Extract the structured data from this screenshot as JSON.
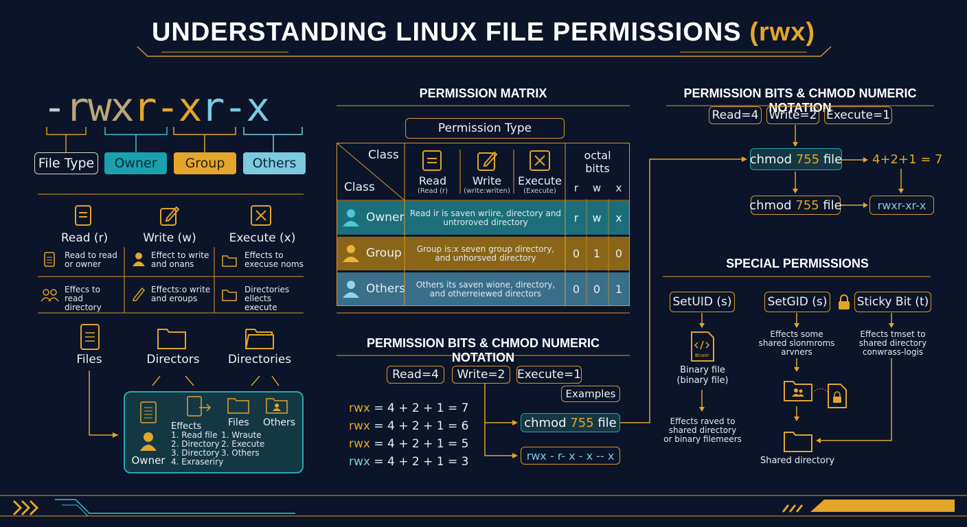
{
  "title": {
    "main": "UNDERSTANDING LINUX FILE PERMISSIONS",
    "accent": "(rwx)"
  },
  "left": {
    "perm_string": {
      "c1": "-",
      "c2": "rwx",
      "c3": "r-x",
      "c4": "r-x"
    },
    "labels": {
      "file_type": "File Type",
      "owner": "Owner",
      "group": "Group",
      "others": "Others"
    },
    "headers": [
      "Read (r)",
      "Write (w)",
      "Execute (x)"
    ],
    "grid": [
      [
        "Read to read or owner",
        "Effect to write and onans",
        "Effects to execuse noms"
      ],
      [
        "Effecs to read directory",
        "Effects:o write and eroups",
        "Directories ellects execute"
      ]
    ],
    "types": [
      "Files",
      "Directors",
      "Directories"
    ],
    "panel": {
      "owner": "Owner",
      "effects_title": "Effects",
      "effects": [
        "1. Read file",
        "2. Directory",
        "3. Directory",
        "4. Exraseriry"
      ],
      "files_title": "Files",
      "files": [
        "1. Wraute",
        "2. Execute",
        "3. Others"
      ],
      "others": "Others"
    }
  },
  "matrix": {
    "title": "PERMISSION MATRIX",
    "perm_type": "Permission Type",
    "corner_top": "Class",
    "corner_bottom": "Class",
    "cols": [
      {
        "label": "Read",
        "sub": "(Read (r)"
      },
      {
        "label": "Write",
        "sub": "(write:writen)"
      },
      {
        "label": "Execute",
        "sub": "(Execute)"
      }
    ],
    "octal_header": "octal bitts",
    "bit_headers": [
      "r",
      "w",
      "x"
    ],
    "rows": [
      {
        "name": "Owner",
        "desc": "Read ir is saven wriire, directory and untroroved directory",
        "bits": [
          "r",
          "w",
          "x"
        ],
        "color": "#1c6f7a"
      },
      {
        "name": "Group",
        "desc": "Group is:x seven group directory, and unhorsved directory",
        "bits": [
          "0",
          "1",
          "0"
        ],
        "color": "#8a6518"
      },
      {
        "name": "Others",
        "desc": "Others its saven wione, directory, and otherreiewed directors",
        "bits": [
          "0",
          "0",
          "1"
        ],
        "color": "#3a6f8a"
      }
    ]
  },
  "notation_mid": {
    "title": "PERMISSION BITS & CHMOD NUMERIC NOTATION",
    "values": [
      "Read=4",
      "Write=2",
      "Execute=1"
    ],
    "lines": [
      {
        "lhs": "rwx",
        "rhs": "= 4 + 2 + 1 = 7"
      },
      {
        "lhs": "rwx",
        "rhs": "= 4 + 2 + 1 = 6"
      },
      {
        "lhs": "rwx",
        "rhs": "= 4 + 2 + 1 = 5"
      },
      {
        "lhs": "rwx",
        "rhs": "= 4 + 2 + 1 = 3"
      }
    ],
    "examples": "Examples",
    "chmod": {
      "pre": "chmod ",
      "num": "755",
      "post": " file"
    },
    "result": "rwx - r- x - x -- x"
  },
  "notation_right": {
    "title": "PERMISSION BITS & CHMOD NUMERIC NOTATION",
    "values": [
      "Read=4",
      "Write=2",
      "Execute=1"
    ],
    "chmod1": {
      "pre": "chmod ",
      "num": "755",
      "post": " file"
    },
    "sum": "4+2+1 = 7",
    "chmod2": {
      "pre": "chmod ",
      "num": "755",
      "post": " file"
    },
    "result": "rwxr-xr-x"
  },
  "special": {
    "title": "SPECIAL PERMISSIONS",
    "setuid": "SetUID (s)",
    "setgid": "SetGID (s)",
    "sticky": "Sticky Bit (t)",
    "binary_icon": "Bnaer",
    "binary": "Binary file (binary file)",
    "setuid_effect": "Effects raved to shared directory or binary filemeers",
    "setgid_effect": "Effects some shared slonmroms arvners",
    "sticky_effect": "Effects tmset to shared directory conwrass-logis",
    "shared": "Shared directory"
  },
  "colors": {
    "bg": "#0b1428",
    "orange": "#e3a52a",
    "teal": "#1aa1ad",
    "lightblue": "#7cc9e0",
    "gold": "#d89a28"
  }
}
